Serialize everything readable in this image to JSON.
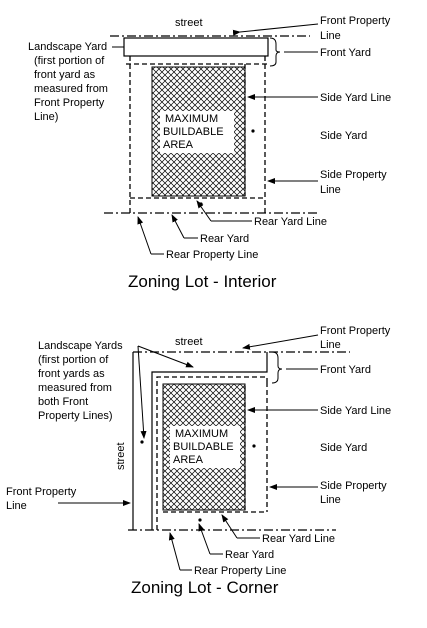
{
  "interior": {
    "street": "street",
    "front_property_line": [
      "Front Property",
      "Line"
    ],
    "landscape_yard": [
      "Landscape Yard",
      "(first portion of",
      "front yard as",
      "measured from",
      "Front Property",
      "Line)"
    ],
    "front_yard": "Front Yard",
    "side_yard_line": "Side Yard Line",
    "side_yard": "Side Yard",
    "side_property_line": [
      "Side Property",
      "Line"
    ],
    "max_buildable": [
      "MAXIMUM",
      "BUILDABLE",
      "AREA"
    ],
    "rear_yard_line": "Rear Yard Line",
    "rear_yard": "Rear Yard",
    "rear_property_line": "Rear Property Line",
    "caption": "Zoning Lot - Interior"
  },
  "corner": {
    "street_top": "street",
    "street_side": "street",
    "front_property_line_top": [
      "Front Property",
      "Line"
    ],
    "landscape_yards": [
      "Landscape Yards",
      "(first portion of",
      "front yards as",
      "measured from",
      "both Front",
      "Property Lines)"
    ],
    "front_yard": "Front Yard",
    "side_yard_line": "Side Yard Line",
    "side_yard": "Side Yard",
    "side_property_line": [
      "Side Property",
      "Line"
    ],
    "front_property_line_left": [
      "Front Property",
      "Line"
    ],
    "max_buildable": [
      "MAXIMUM",
      "BUILDABLE",
      "AREA"
    ],
    "rear_yard_line": "Rear Yard Line",
    "rear_yard": "Rear Yard",
    "rear_property_line": "Rear Property Line",
    "caption": "Zoning Lot - Corner"
  },
  "colors": {
    "ink": "#000000",
    "paper": "#ffffff"
  }
}
